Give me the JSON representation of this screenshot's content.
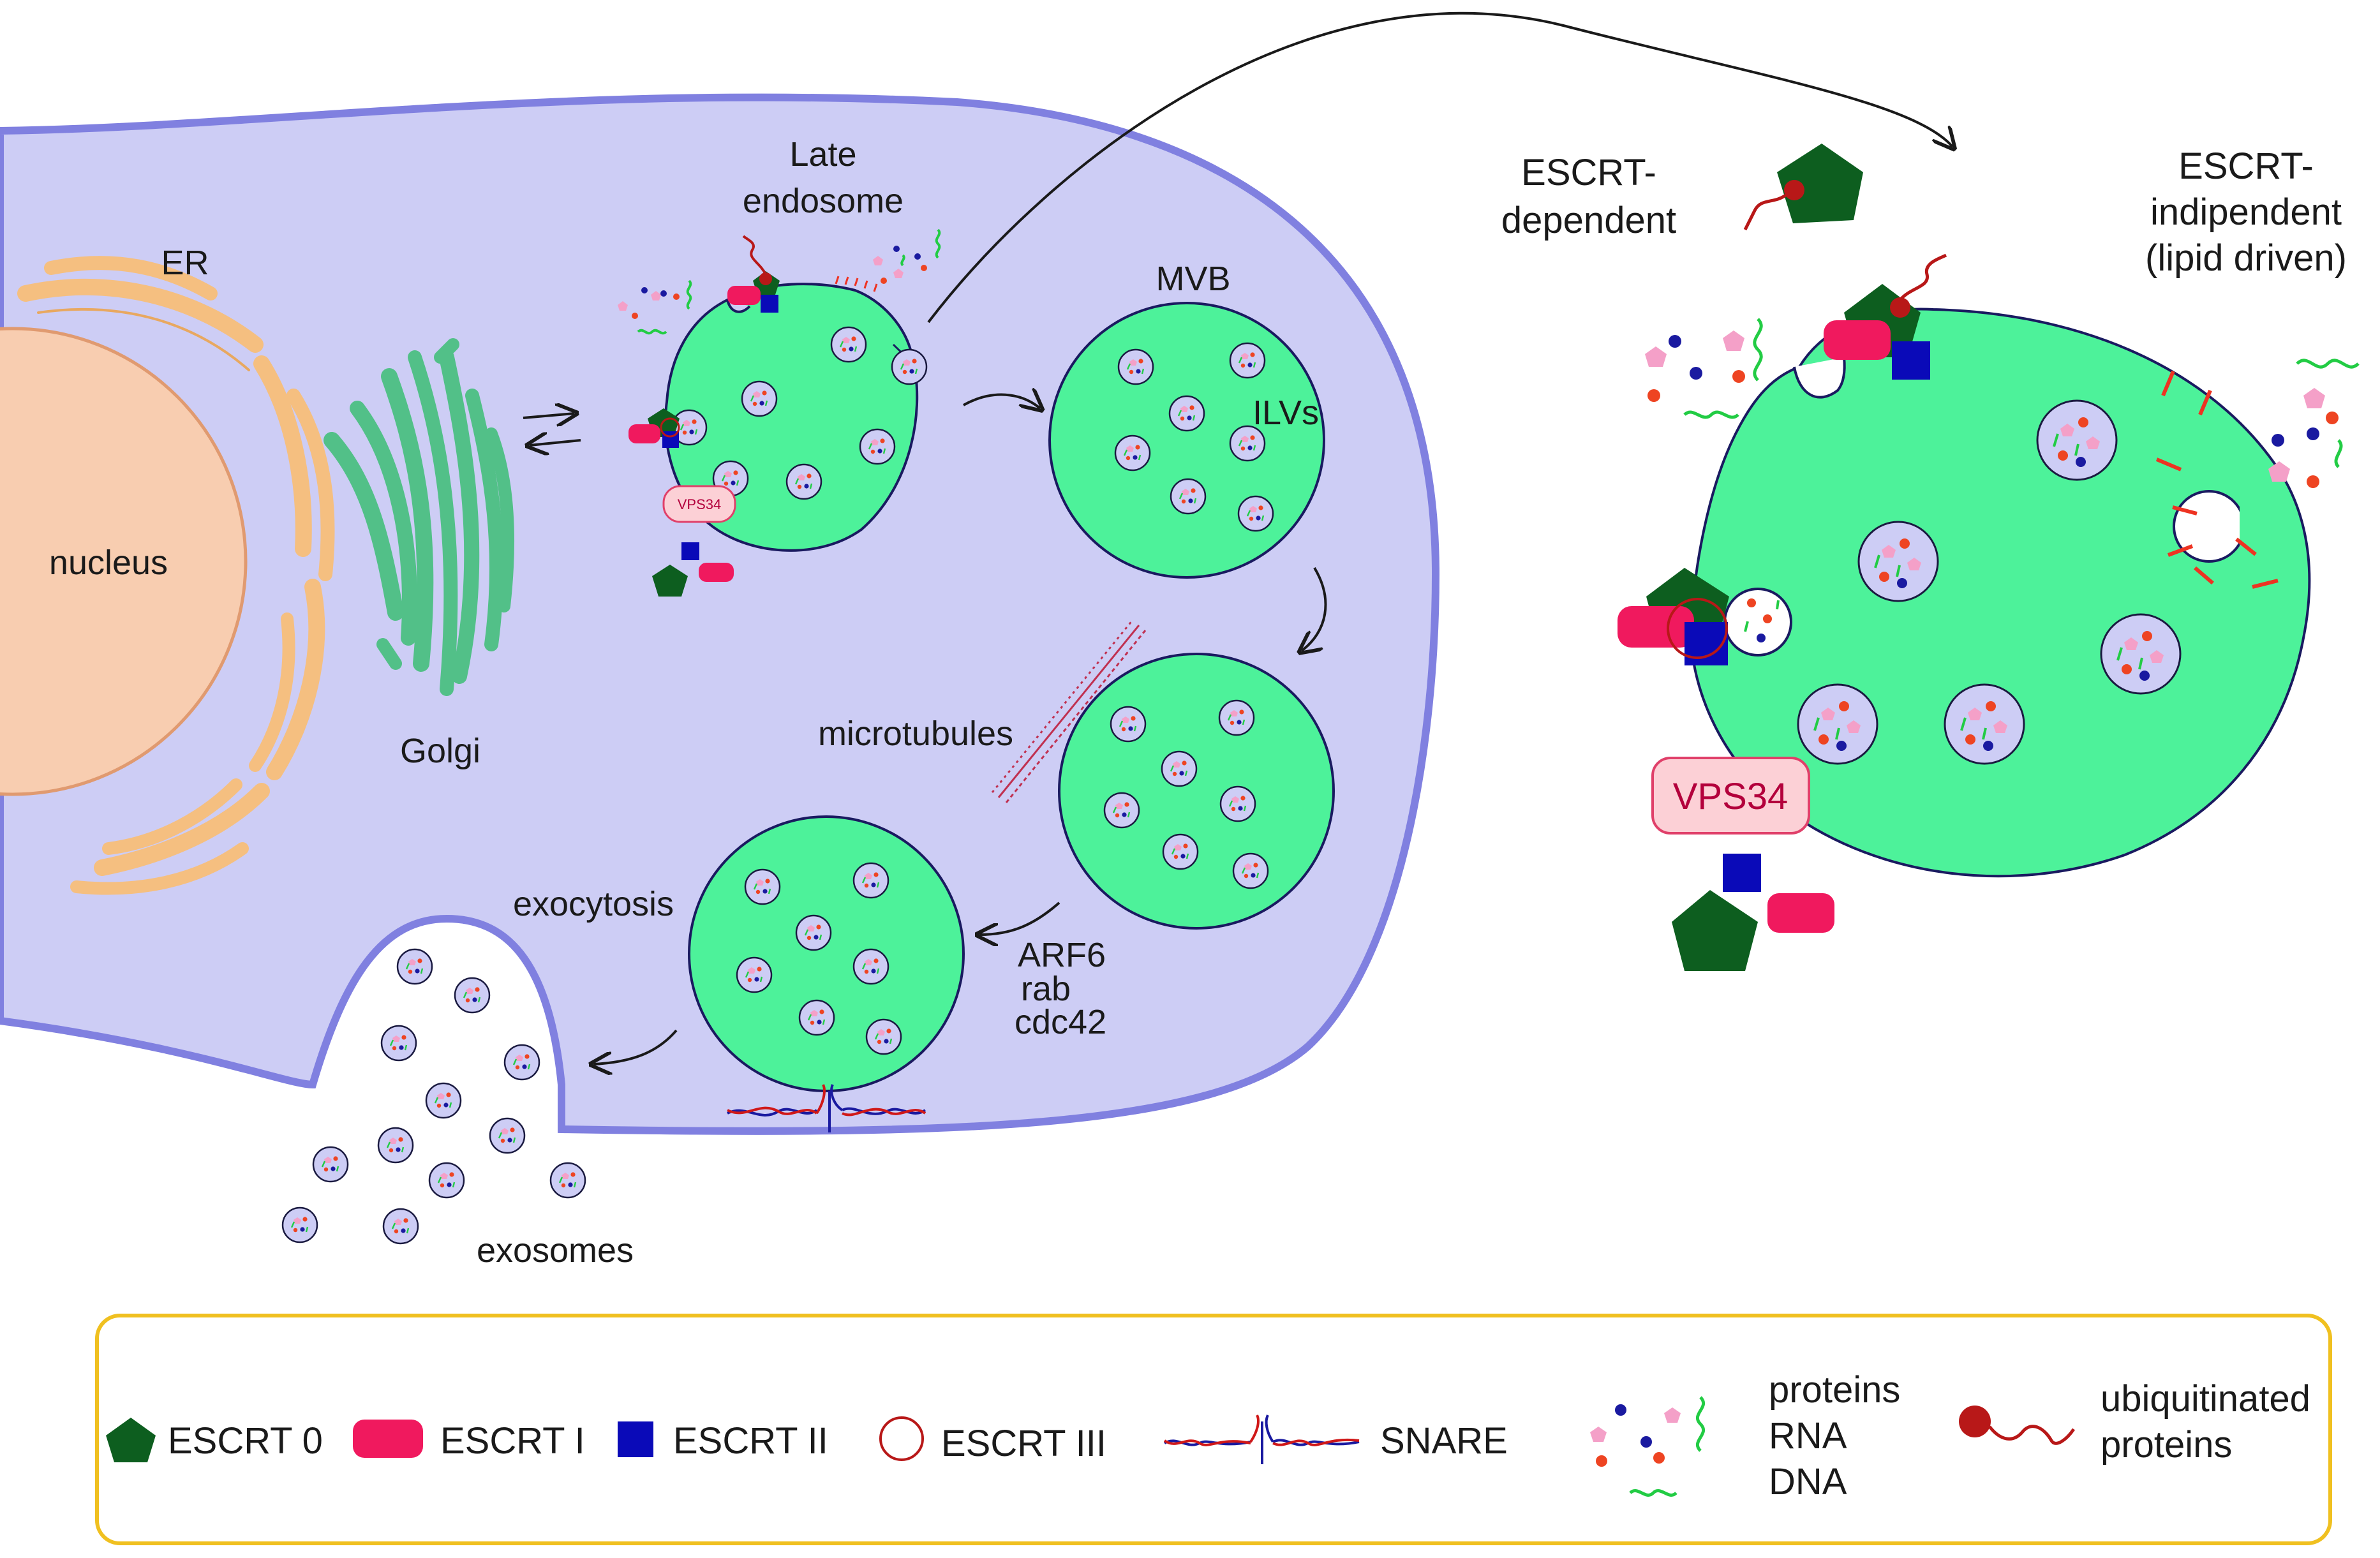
{
  "labels": {
    "late_endosome_1": "Late",
    "late_endosome_2": "endosome",
    "er": "ER",
    "nucleus": "nucleus",
    "golgi": "Golgi",
    "mvb": "MVB",
    "ilvs": "ILVs",
    "microtubules": "microtubules",
    "exocytosis": "exocytosis",
    "arf6": "ARF6",
    "rab": "rab",
    "cdc42": "cdc42",
    "exosomes": "exosomes",
    "escrt_dependent_1": "ESCRT-",
    "escrt_dependent_2": "dependent",
    "escrt_independent_1": "ESCRT-",
    "escrt_independent_2": "indipendent",
    "escrt_independent_3": "(lipid driven)",
    "vps34_small": "VPS34",
    "vps34_big": "VPS34"
  },
  "legend": {
    "escrt0": "ESCRT 0",
    "escrt1": "ESCRT I",
    "escrt2": "ESCRT II",
    "escrt3": "ESCRT III",
    "snare": "SNARE",
    "cargo_1": "proteins",
    "cargo_2": "RNA",
    "cargo_3": "DNA",
    "ubiq_1": "ubiquitinated",
    "ubiq_2": "proteins"
  },
  "colors": {
    "cell": "#cdcdf5",
    "cell_border": "#8080e0",
    "mvb": "#4df29a",
    "nucleus": "#f8cdb0",
    "er": "#f5bf80",
    "golgi": "#52c088",
    "escrt0": "#0d5e1f",
    "escrt1": "#f0195e",
    "escrt2": "#0a0ab8",
    "escrt3": "#b81818",
    "legend_border": "#f0c020"
  }
}
